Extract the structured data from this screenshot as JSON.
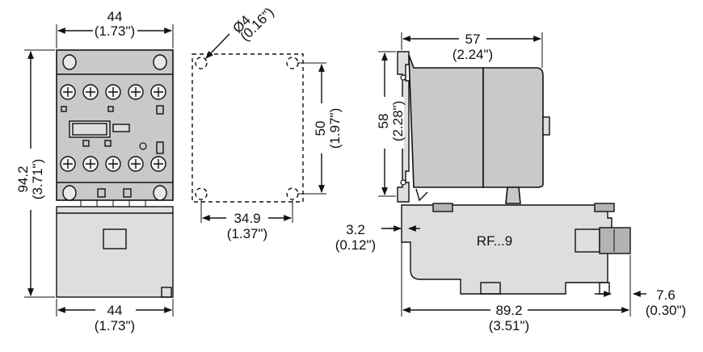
{
  "top_width": {
    "mm": "44",
    "in": "(1.73\")"
  },
  "bottom_width": {
    "mm": "44",
    "in": "(1.73\")"
  },
  "total_height": {
    "mm": "94.2",
    "in": "(3.71\")"
  },
  "hole_diameter": {
    "mm": "Ø4",
    "in": "(0.16\")"
  },
  "hole_spacing_v": {
    "mm": "50",
    "in": "(1.97\")"
  },
  "hole_spacing_h": {
    "mm": "34.9",
    "in": "(1.37\")"
  },
  "side_depth": {
    "mm": "57",
    "in": "(2.24\")"
  },
  "side_height": {
    "mm": "58",
    "in": "(2.28\")"
  },
  "relay_offset": {
    "mm": "3.2",
    "in": "(0.12\")"
  },
  "relay_protrusion": {
    "mm": "7.6",
    "in": "(0.30\")"
  },
  "overall_depth": {
    "mm": "89.2",
    "in": "(3.51\")"
  },
  "relay_label": "RF...9"
}
